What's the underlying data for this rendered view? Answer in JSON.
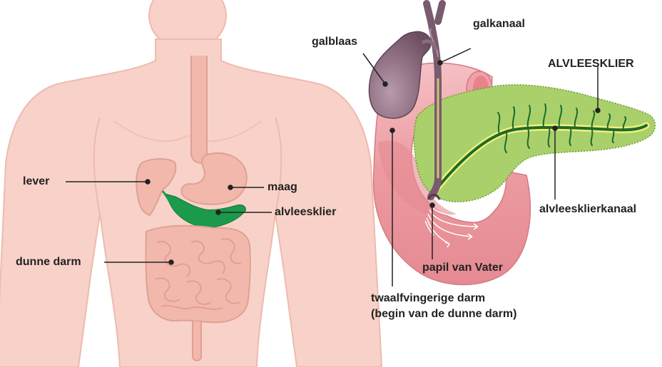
{
  "left_figure": {
    "labels": {
      "liver": "lever",
      "stomach": "maag",
      "pancreas": "alvleesklier",
      "small_intestine": "dunne darm"
    }
  },
  "right_figure": {
    "labels": {
      "gallbladder": "galblaas",
      "bile_duct": "galkanaal",
      "pancreas_caps": "ALVLEESKLIER",
      "pancreatic_duct": "alvleesklierkanaal",
      "papilla": "papil van Vater",
      "duodenum_line1": "twaalfvingerige darm",
      "duodenum_line2": "(begin van de dunne darm)"
    }
  },
  "colors": {
    "skin_fill": "#f8d2c8",
    "skin_outline": "#eebaae",
    "organ_fill": "#f2b8ac",
    "highlight_pancreas": "#1a9a4a",
    "gallbladder": "#8a6a7e",
    "duodenum": "#ec9aa0",
    "pancreas_green": "#a9d06a",
    "duct_green": "#1f6a2a",
    "duct_yellow": "#f2f07a"
  }
}
